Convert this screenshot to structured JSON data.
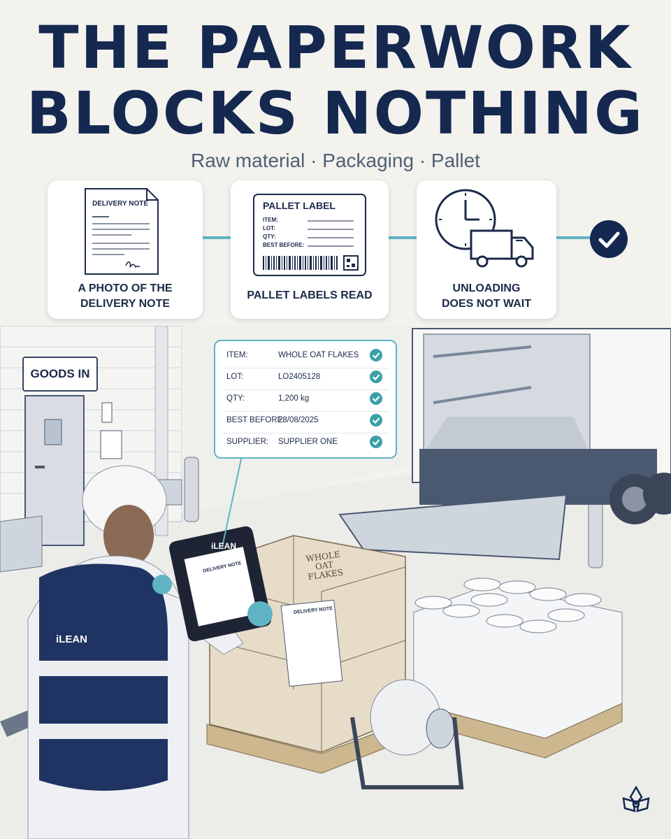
{
  "title_line1": "THE PAPERWORK",
  "title_line2": "BLOCKS NOTHING",
  "subtitle": "Raw material · Packaging · Pallet",
  "steps": [
    {
      "label_line1": "A PHOTO OF THE",
      "label_line2": "DELIVERY NOTE",
      "doc_title": "DELIVERY NOTE",
      "icon": "delivery-note-icon"
    },
    {
      "label_line1": "PALLET LABELS READ",
      "label_line2": "",
      "doc_title": "PALLET LABEL",
      "fields": [
        "ITEM:",
        "LOT:",
        "QTY:",
        "BEST BEFORE:"
      ],
      "icon": "pallet-label-icon"
    },
    {
      "label_line1": "UNLOADING",
      "label_line2": "DOES NOT WAIT",
      "icon": "clock-truck-icon"
    }
  ],
  "popup": {
    "rows": [
      {
        "key": "ITEM:",
        "value": "WHOLE OAT FLAKES"
      },
      {
        "key": "LOT:",
        "value": "LO2405128"
      },
      {
        "key": "QTY:",
        "value": "1,200 kg"
      },
      {
        "key": "BEST BEFORE:",
        "value": "28/08/2025"
      },
      {
        "key": "SUPPLIER:",
        "value": "SUPPLIER ONE"
      }
    ]
  },
  "scene": {
    "sign": "GOODS IN",
    "tablet_brand": "iLEAN",
    "vest_brand": "iLEAN",
    "tablet_doc_title": "DELIVERY NOTE",
    "pallet_doc_title": "DELIVERY NOTE",
    "box_text_line1": "WHOLE",
    "box_text_line2": "OAT FLAKES"
  },
  "colors": {
    "navy": "#142850",
    "teal": "#5fb4c4",
    "background": "#f3f2ed",
    "check_green": "#3aa0a8"
  }
}
